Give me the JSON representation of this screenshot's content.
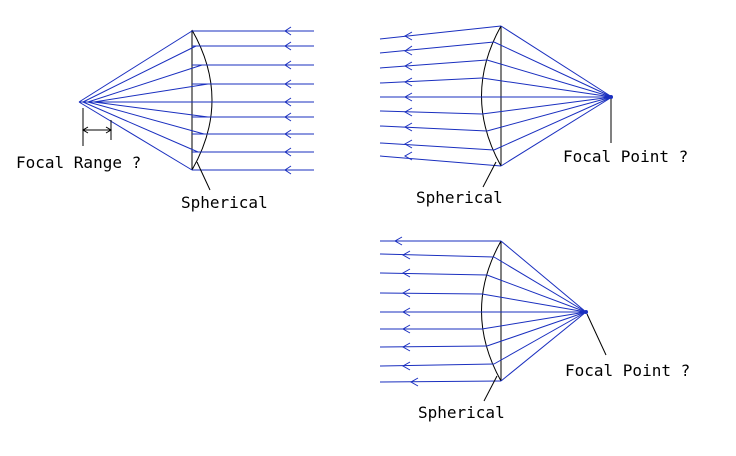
{
  "colors": {
    "ray": "#1a2fbf",
    "lens": "#000000",
    "background": "#ffffff"
  },
  "diagrams": [
    {
      "id": "top-left",
      "label_lens": "Spherical",
      "label_focus": "Focal Range ?"
    },
    {
      "id": "top-right",
      "label_lens": "Spherical",
      "label_focus": "Focal Point ?"
    },
    {
      "id": "bottom-right",
      "label_lens": "Spherical",
      "label_focus": "Focal Point ?"
    }
  ]
}
